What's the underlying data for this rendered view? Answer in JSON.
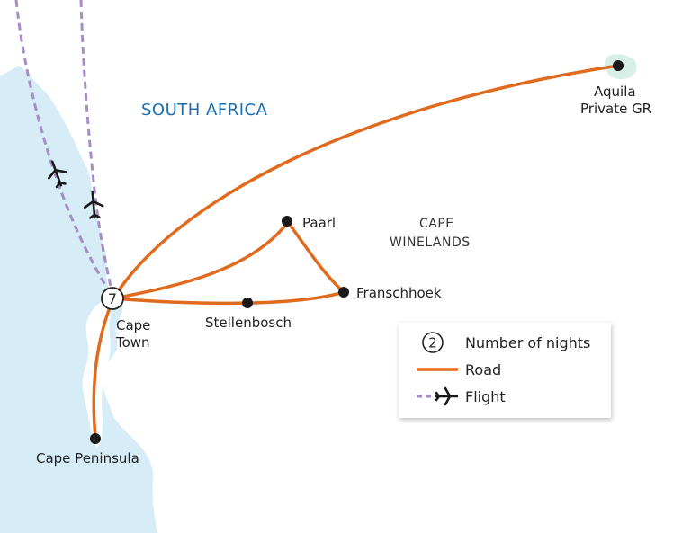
{
  "colors": {
    "sea": "#d6ecf7",
    "land": "#ffffff",
    "road": "#e06a1e",
    "flight": "#a78cc6",
    "region_text": "#1a6fb3",
    "reserve_halo": "#d7efe7"
  },
  "regions": {
    "country": "SOUTH AFRICA",
    "winelands_line1": "CAPE",
    "winelands_line2": "WINELANDS"
  },
  "places": {
    "cape_town_line1": "Cape",
    "cape_town_line2": "Town",
    "cape_town_nights": "7",
    "stellenbosch": "Stellenbosch",
    "paarl": "Paarl",
    "franschhoek": "Franschhoek",
    "peninsula": "Cape Peninsula",
    "aquila_line1": "Aquila",
    "aquila_line2": "Private GR"
  },
  "legend": {
    "nights_sample": "2",
    "nights_label": "Number of nights",
    "road_label": "Road",
    "flight_label": "Flight"
  },
  "icons": [
    "airplane-icon",
    "nights-circle-icon",
    "location-dot-icon"
  ]
}
